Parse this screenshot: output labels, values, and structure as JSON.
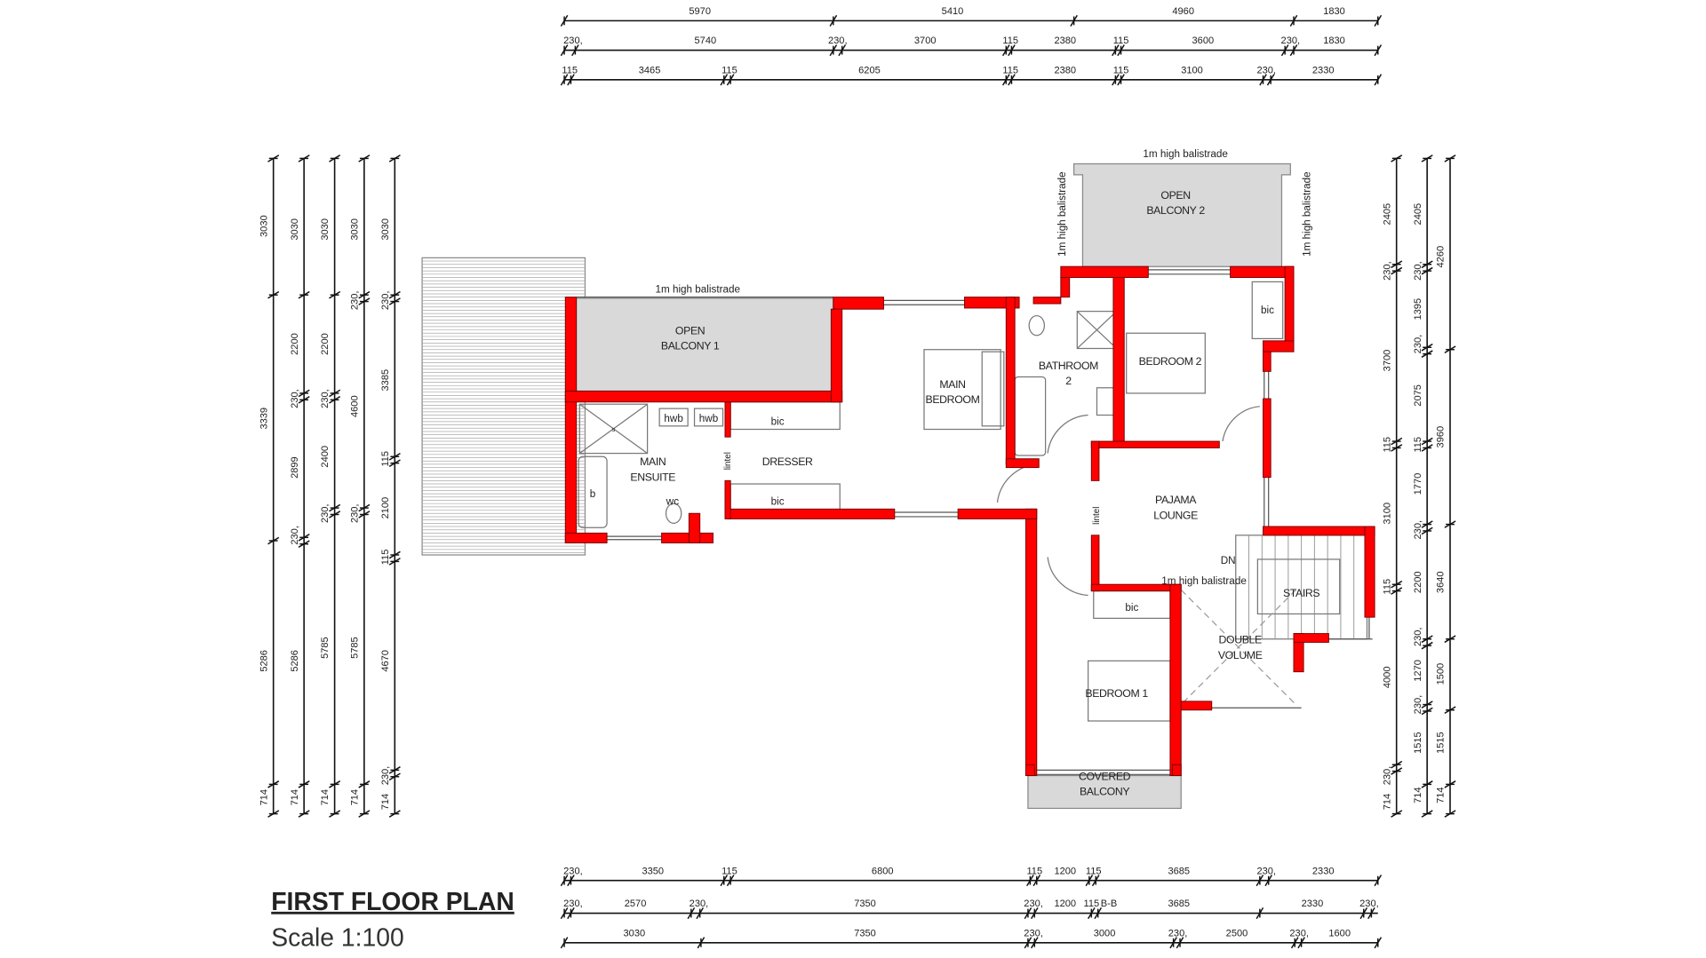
{
  "title": "FIRST FLOOR PLAN",
  "scale": "Scale 1:100",
  "colors": {
    "wall": "#ff0000",
    "balcony": "#d9d9d9"
  },
  "rooms": {
    "open_balcony_1": [
      "OPEN",
      "BALCONY 1"
    ],
    "open_balcony_2": [
      "OPEN",
      "BALCONY 2"
    ],
    "main_bedroom": [
      "MAIN",
      "BEDROOM"
    ],
    "bathroom_2": [
      "BATHROOM",
      "2"
    ],
    "bedroom_2": "BEDROOM 2",
    "main_ensuite": [
      "MAIN",
      "ENSUITE"
    ],
    "dresser": "DRESSER",
    "pajama_lounge": [
      "PAJAMA",
      "LOUNGE"
    ],
    "stairs": "STAIRS",
    "double_volume": [
      "DOUBLE",
      "VOLUME"
    ],
    "bedroom_1": "BEDROOM 1",
    "covered_balcony": [
      "COVERED",
      "BALCONY"
    ]
  },
  "fixtures": {
    "bic": "bic",
    "hwb": "hwb",
    "wc": "wc",
    "bath": "b",
    "shower": "s",
    "lintel": "lintel",
    "dn": "DN",
    "balustrade": "1m high balistrade"
  },
  "dimensions": {
    "top": [
      [
        "5970",
        "5410",
        "4960",
        "1830"
      ],
      [
        "230,",
        "5740",
        "230,",
        "3700",
        "115",
        "2380",
        "115",
        "3600",
        "230,",
        "1830"
      ],
      [
        "115",
        "3465",
        "115",
        "6205",
        "115",
        "2380",
        "115",
        "3100",
        "230,",
        "2330"
      ]
    ],
    "bottom": [
      [
        "230,",
        "3350",
        "115",
        "6800",
        "115",
        "1200",
        "115",
        "3685",
        "230,",
        "2330"
      ],
      [
        "230,",
        "2570",
        "230,",
        "7350",
        "230,",
        "1200",
        "115",
        "B-B",
        "3685",
        "2330",
        "230,"
      ],
      [
        "3030",
        "7350",
        "230,",
        "3000",
        "230,",
        "2500",
        "230,",
        "1600"
      ]
    ],
    "left": [
      [
        "3030",
        "3339",
        "5286",
        "714"
      ],
      [
        "3030",
        "2200",
        "230,",
        "2899",
        "230,",
        "5286",
        "714"
      ],
      [
        "3030",
        "2200",
        "230,",
        "2400",
        "230,",
        "5785",
        "714"
      ],
      [
        "3030",
        "230,",
        "4600",
        "230,",
        "5785",
        "714"
      ],
      [
        "3030",
        "230,",
        "3385",
        "115",
        "2100",
        "115",
        "4670",
        "714",
        "230,"
      ]
    ],
    "right": [
      [
        "2405",
        "230,",
        "3700",
        "115",
        "3100",
        "115",
        "4000",
        "714",
        "230,"
      ],
      [
        "2405",
        "230,",
        "1395",
        "230,",
        "2075",
        "115",
        "1770",
        "230,",
        "2200",
        "230,",
        "1270",
        "230,",
        "1515",
        "714"
      ],
      [
        "4260",
        "3960",
        "3640",
        "1500",
        "1515",
        "714"
      ]
    ]
  }
}
